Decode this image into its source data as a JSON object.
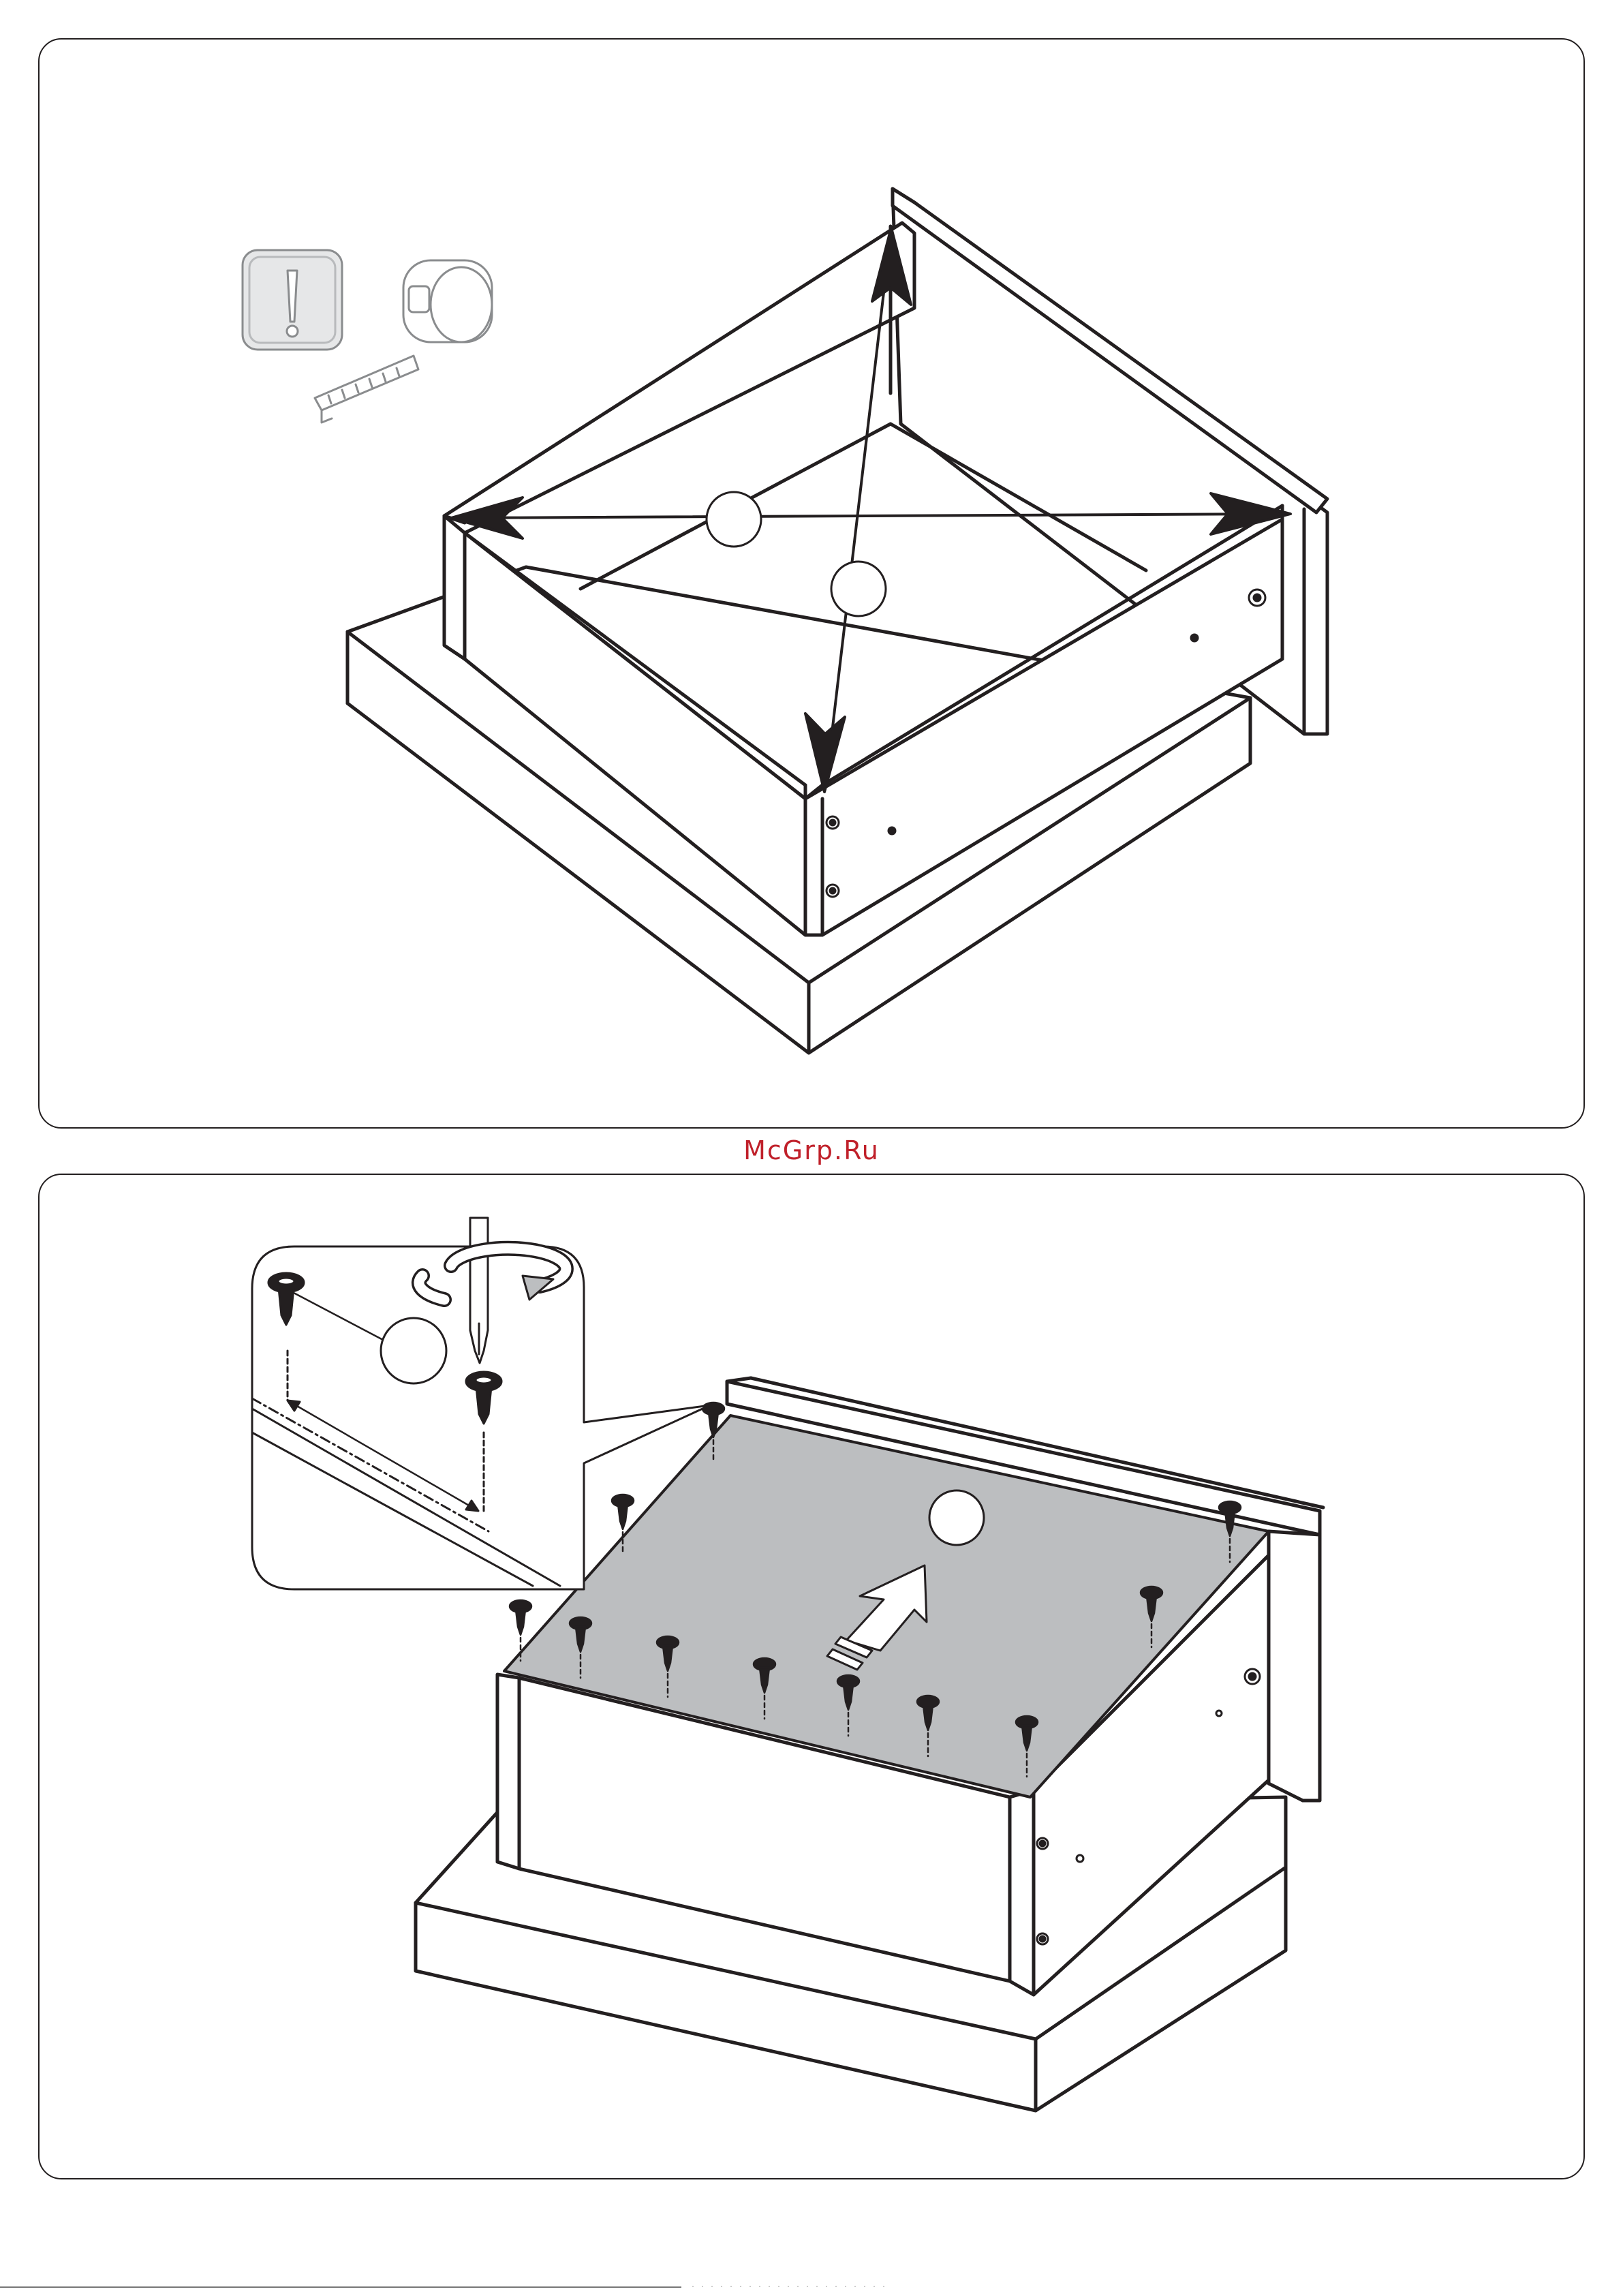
{
  "watermark": {
    "text": "McGrp.Ru",
    "color": "#c0202a"
  },
  "colors": {
    "line": "#231f20",
    "panel_fill": "#bcbec0",
    "warning_fill": "#e6e7e8",
    "hardware_fill": "#231f20"
  },
  "steps": [
    {
      "name": "measure-diagonals",
      "icons": [
        "warning-icon",
        "tape-measure-icon"
      ],
      "callouts": 2
    },
    {
      "name": "attach-bottom-panel",
      "icons": [
        "screwdriver-icon",
        "rotate-arrow-icon",
        "insert-arrow-icon"
      ],
      "callouts": 2,
      "screws": 13
    }
  ]
}
